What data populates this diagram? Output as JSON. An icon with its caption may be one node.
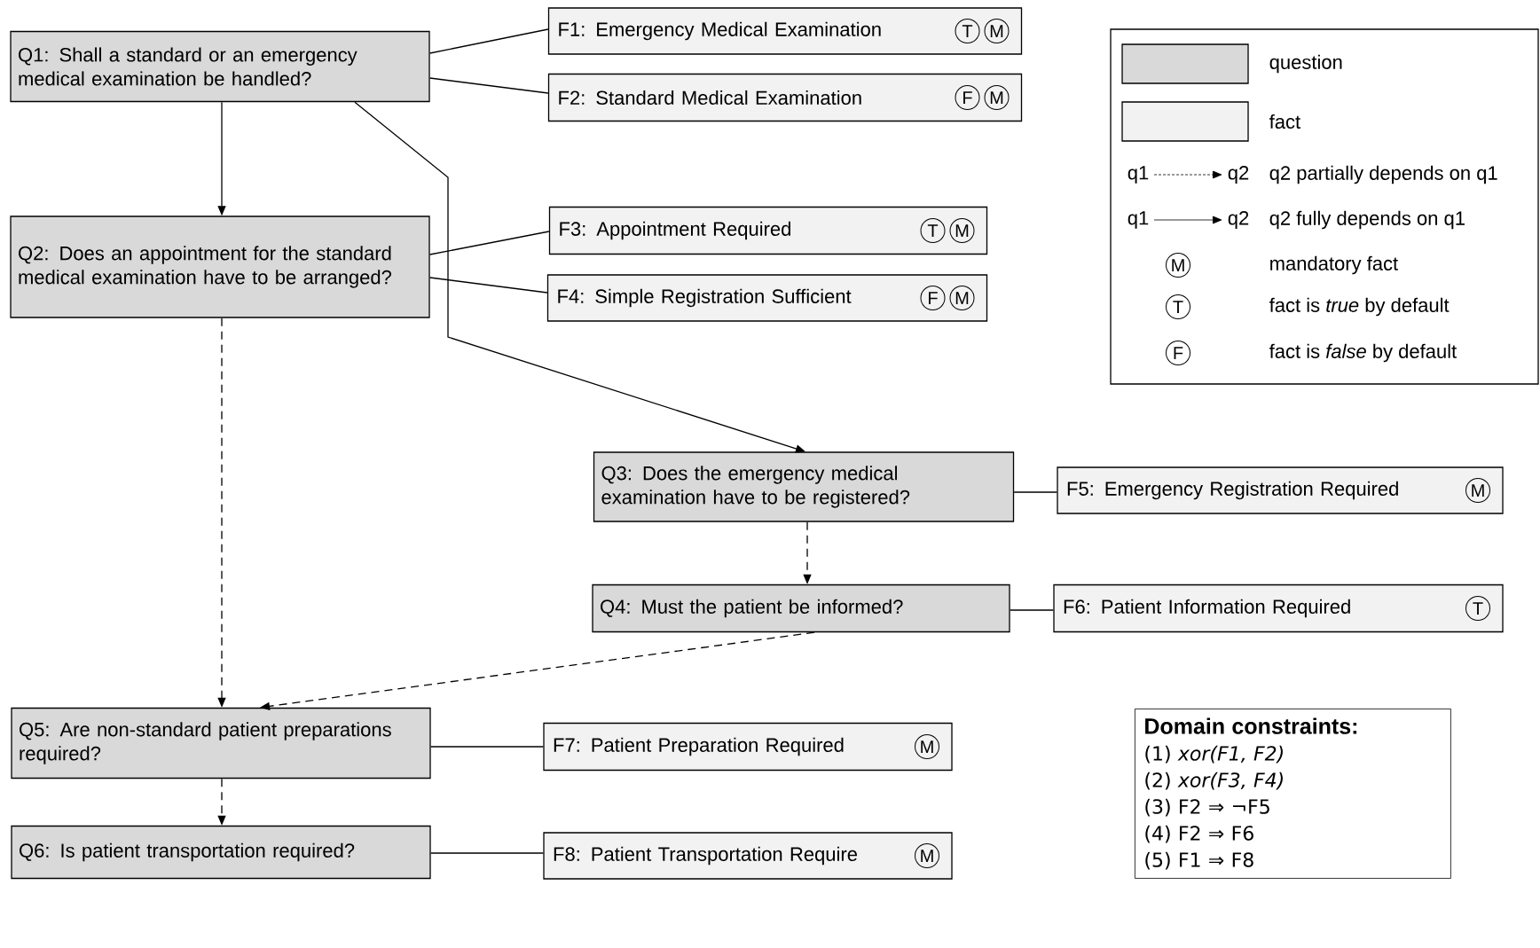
{
  "diagram": {
    "nodes": [
      {
        "text": [
          "Q1: Shall a standard or an emergency medical examination be handled?"
        ]
      },
      {
        "text": [
          "F1:  Emergency Medical Examination",
          "T",
          "M"
        ]
      },
      {
        "text": [
          "F2:  Standard Medical Examination",
          "F",
          "M"
        ]
      },
      {
        "text": [
          "Q2:  Does an appointment for the standard medical examination have to be arranged?"
        ]
      },
      {
        "text": [
          "F3:  Appointment Required",
          "T",
          "M"
        ]
      },
      {
        "text": [
          "F4:  Simple Registration Sufficient",
          "F",
          "M"
        ]
      },
      {
        "text": [
          "Q3:  Does the emergency medical examination have to be registered?"
        ]
      },
      {
        "text": [
          "F5:  Emergency Registration Required",
          "M"
        ]
      },
      {
        "text": [
          "Q4:  Must the patient be informed?"
        ]
      },
      {
        "text": [
          "F6: Patient Information Required",
          "T"
        ]
      },
      {
        "text": [
          "Q5:  Are non-standard patient preparations required?"
        ]
      },
      {
        "text": [
          "F7:  Patient Preparation Required",
          "M"
        ]
      },
      {
        "text": [
          "Q6:  Is patient transportation required?"
        ]
      },
      {
        "text": [
          "F8:  Patient Transportation Require",
          "M"
        ]
      },
      {
        "text": [
          "Domain constraints:",
          "(1)  *xor(F1, F2)*",
          "(2)  *xor(F3, F4)*",
          "(3)  F2 ⇒ ¬F5",
          "(4)  F2 ⇒ F6",
          "(5)  F1 ⇒ F8"
        ]
      }
    ],
    "edges": [
      {
        "from": 0,
        "to": 1,
        "arrow": "none"
      },
      {
        "from": 0,
        "to": 2,
        "arrow": "none"
      },
      {
        "from": 0,
        "to": 3,
        "arrow": "to"
      },
      {
        "from": 0,
        "to": 6,
        "arrow": "to"
      },
      {
        "from": 3,
        "to": 4,
        "arrow": "none"
      },
      {
        "from": 3,
        "to": 5,
        "arrow": "none"
      },
      {
        "from": 3,
        "to": 10,
        "arrow": "to",
        "style": "dashed"
      },
      {
        "from": 6,
        "to": 7,
        "arrow": "none"
      },
      {
        "from": 6,
        "to": 8,
        "arrow": "to",
        "style": "dashed"
      },
      {
        "from": 8,
        "to": 9,
        "arrow": "none"
      },
      {
        "from": 8,
        "to": 10,
        "arrow": "to",
        "style": "dashed"
      },
      {
        "from": 10,
        "to": 11,
        "arrow": "none"
      },
      {
        "from": 10,
        "to": 12,
        "arrow": "to",
        "style": "dashed"
      },
      {
        "from": 12,
        "to": 13,
        "arrow": "none"
      }
    ],
    "labels": [
      "q1",
      "q2",
      "q1",
      "q2",
      "M",
      "T",
      "F"
    ],
    "legend": [
      {
        "text": "question",
        "color": "#d9d9d9"
      },
      {
        "text": "fact",
        "color": "#f2f2f2"
      },
      {
        "text": "q2 partially depends on q1"
      },
      {
        "text": "q2 fully depends on q1"
      },
      {
        "text": "mandatory fact"
      },
      {
        "text": "fact is *true* by default"
      },
      {
        "text": "fact is *false* by default"
      }
    ]
  }
}
